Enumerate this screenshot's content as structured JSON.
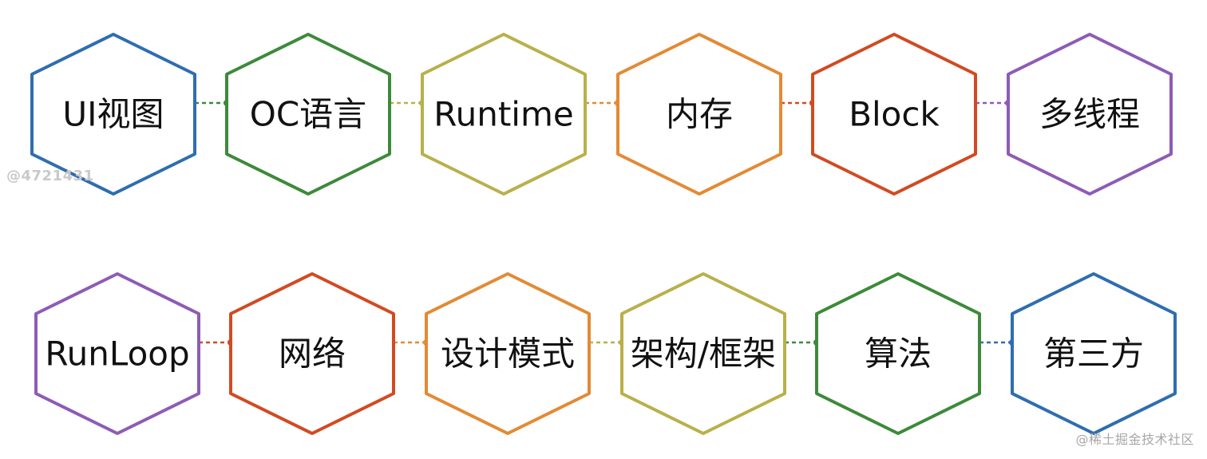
{
  "watermark_left": "@4721431",
  "watermark_right": "@稀土掘金技术社区",
  "rows": [
    {
      "nodes": [
        {
          "label": "UI视图",
          "color": "#2f6db0"
        },
        {
          "label": "OC语言",
          "color": "#3d8a3a"
        },
        {
          "label": "Runtime",
          "color": "#b9b04a"
        },
        {
          "label": "内存",
          "color": "#e38a35"
        },
        {
          "label": "Block",
          "color": "#d24a22"
        },
        {
          "label": "多线程",
          "color": "#8e5bb5"
        }
      ]
    },
    {
      "nodes": [
        {
          "label": "RunLoop",
          "color": "#8e5bb5"
        },
        {
          "label": "网络",
          "color": "#d24a22"
        },
        {
          "label": "设计模式",
          "color": "#e38a35"
        },
        {
          "label": "架构/框架",
          "color": "#b9b04a"
        },
        {
          "label": "算法",
          "color": "#3d8a3a"
        },
        {
          "label": "第三方",
          "color": "#2f6db0"
        }
      ]
    }
  ]
}
